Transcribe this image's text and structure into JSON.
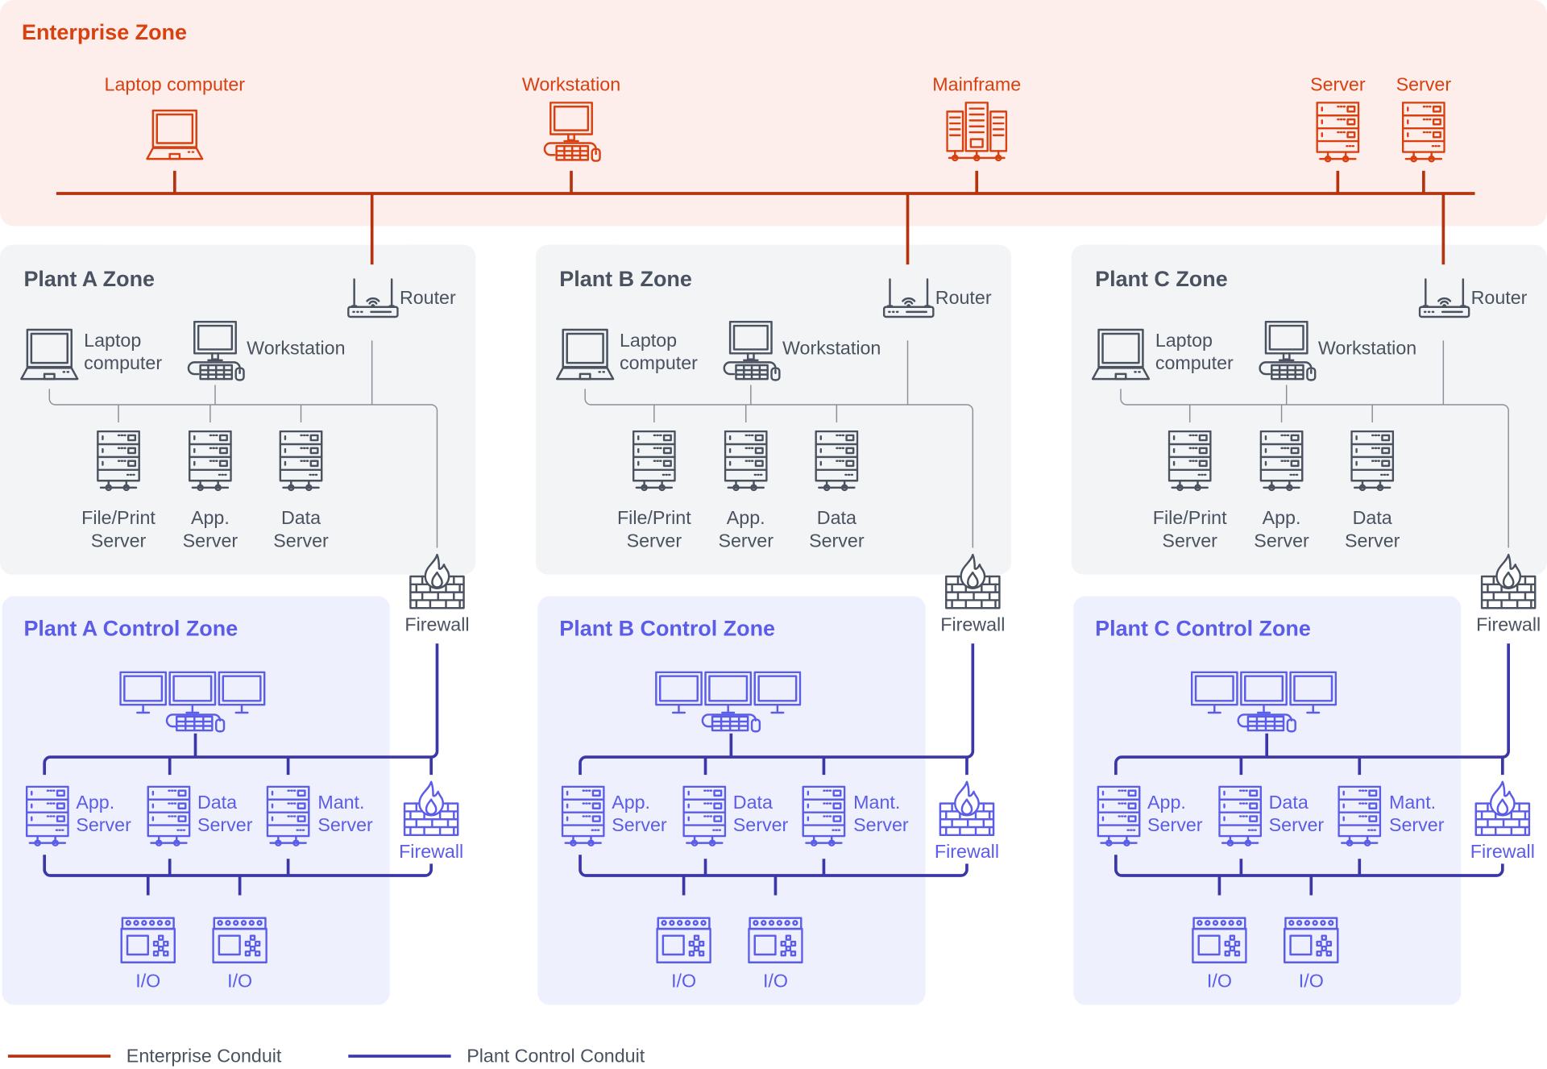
{
  "colors": {
    "enterprise_bg": "#fdeeeb",
    "enterprise_text": "#d9400f",
    "enterprise_conduit": "#b5330f",
    "plant_bg": "#f3f4f6",
    "plant_text": "#4a5260",
    "control_bg": "#eef1fd",
    "control_text": "#5b5ce8",
    "control_conduit": "#3b37a8"
  },
  "enterprise": {
    "title": "Enterprise Zone",
    "devices": [
      {
        "label": "Laptop computer",
        "icon": "laptop-icon"
      },
      {
        "label": "Workstation",
        "icon": "workstation-icon"
      },
      {
        "label": "Mainframe",
        "icon": "mainframe-icon"
      },
      {
        "label": "Server",
        "icon": "server-icon"
      },
      {
        "label": "Server",
        "icon": "server-icon"
      }
    ]
  },
  "plants": [
    {
      "zone_title": "Plant A Zone",
      "router": "Router",
      "laptop": [
        "Laptop",
        "computer"
      ],
      "workstation": "Workstation",
      "servers": [
        [
          "File/Print",
          "Server"
        ],
        [
          "App.",
          "Server"
        ],
        [
          "Data",
          "Server"
        ]
      ],
      "firewall": "Firewall",
      "control_title": "Plant A Control Zone",
      "control_servers": [
        [
          "App.",
          "Server"
        ],
        [
          "Data",
          "Server"
        ],
        [
          "Mant.",
          "Server"
        ]
      ],
      "control_firewall": "Firewall",
      "io": [
        "I/O",
        "I/O"
      ]
    },
    {
      "zone_title": "Plant B Zone",
      "router": "Router",
      "laptop": [
        "Laptop",
        "computer"
      ],
      "workstation": "Workstation",
      "servers": [
        [
          "File/Print",
          "Server"
        ],
        [
          "App.",
          "Server"
        ],
        [
          "Data",
          "Server"
        ]
      ],
      "firewall": "Firewall",
      "control_title": "Plant B Control Zone",
      "control_servers": [
        [
          "App.",
          "Server"
        ],
        [
          "Data",
          "Server"
        ],
        [
          "Mant.",
          "Server"
        ]
      ],
      "control_firewall": "Firewall",
      "io": [
        "I/O",
        "I/O"
      ]
    },
    {
      "zone_title": "Plant C Zone",
      "router": "Router",
      "laptop": [
        "Laptop",
        "computer"
      ],
      "workstation": "Workstation",
      "servers": [
        [
          "File/Print",
          "Server"
        ],
        [
          "App.",
          "Server"
        ],
        [
          "Data",
          "Server"
        ]
      ],
      "firewall": "Firewall",
      "control_title": "Plant C Control Zone",
      "control_servers": [
        [
          "App.",
          "Server"
        ],
        [
          "Data",
          "Server"
        ],
        [
          "Mant.",
          "Server"
        ]
      ],
      "control_firewall": "Firewall",
      "io": [
        "I/O",
        "I/O"
      ]
    }
  ],
  "legend": [
    {
      "label": "Enterprise Conduit"
    },
    {
      "label": "Plant Control Conduit"
    }
  ]
}
